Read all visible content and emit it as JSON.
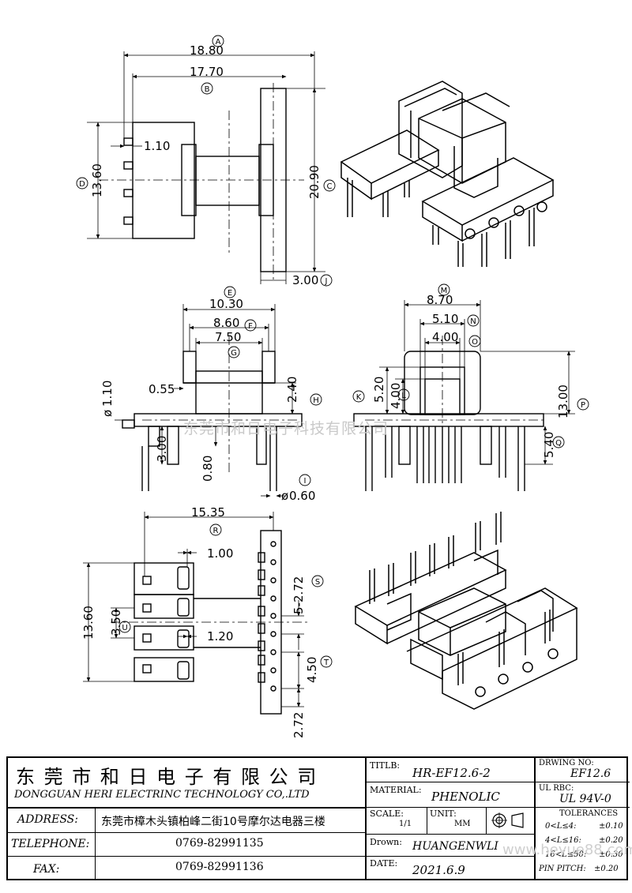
{
  "drawing": {
    "top_view_dims": {
      "a": "18.80",
      "b": "17.70",
      "c": "1.10",
      "d": "13.60",
      "e": "20.90",
      "f": "3.00"
    },
    "front_view_dims": {
      "a": "10.30",
      "b": "8.60",
      "c": "7.50",
      "d": "0.55",
      "e": "2.40",
      "f": "3.00",
      "g": "0.80",
      "h": "0.60",
      "i": "1.10"
    },
    "side_view_dims": {
      "a": "8.70",
      "b": "5.10",
      "c": "4.00",
      "d": "5.20",
      "e": "4.00",
      "f": "13.00",
      "g": "5.40"
    },
    "bottom_view_dims": {
      "a": "15.35",
      "b": "1.00",
      "c": "13.60",
      "d": "3.50",
      "e": "1.20",
      "f": "5-2.72",
      "g": "4.50",
      "h": "2.72"
    },
    "markers": [
      "A",
      "B",
      "C",
      "D",
      "E",
      "F",
      "G",
      "H",
      "I",
      "J",
      "K",
      "L",
      "M",
      "N",
      "O",
      "P",
      "Q",
      "R",
      "S",
      "T",
      "U"
    ],
    "watermark": "东莞市和日电子科技有限公司",
    "watermark2": "www.heyue88.com"
  },
  "titleblock": {
    "company_cn": "东 莞 市 和 日 电 子 有 限 公 司",
    "company_en": "DONGGUAN HERI ELECTRINC TECHNOLOGY CO,.LTD",
    "address_label": "ADDRESS:",
    "address_value": "东莞市樟木头镇柏峰二街10号摩尔达电器三楼",
    "telephone_label": "TELEPHONE:",
    "telephone_value": "0769-82991135",
    "fax_label": "FAX:",
    "fax_value": "0769-82991136",
    "title_label": "TITLB:",
    "title_value": "HR-EF12.6-2",
    "material_label": "MATERIAL:",
    "material_value": "PHENOLIC",
    "scale_label": "SCALE:",
    "scale_value": "1/1",
    "unit_label": "UNIT:",
    "unit_value": "MM",
    "drawn_label": "Drown:",
    "drawn_value": "HUANGENWLI",
    "date_label": "DATE:",
    "date_value": "2021.6.9",
    "drawing_no_label": "DRWING NO:",
    "drawing_no_value": "EF12.6",
    "ul_label": "UL RBC:",
    "ul_value": "UL 94V-0",
    "tolerances_label": "TOLERANCES",
    "tol_1_range": "0<L≤4:",
    "tol_1_value": "±0.10",
    "tol_2_range": "4<L≤16:",
    "tol_2_value": "±0.20",
    "tol_3_range": "16<L≤50:",
    "tol_3_value": "±0.30",
    "tol_4_range": "PIN PITCH:",
    "tol_4_value": "±0.20"
  }
}
